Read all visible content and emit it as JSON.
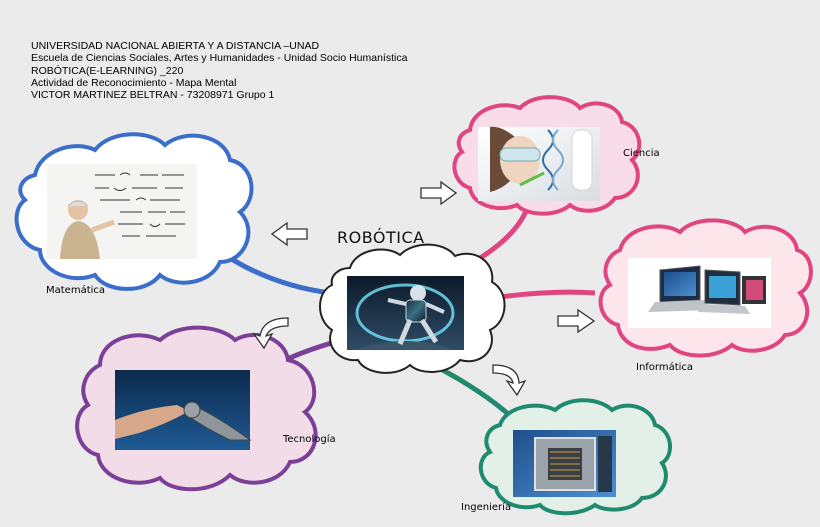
{
  "header": {
    "lines": [
      "UNIVERSIDAD NACIONAL ABIERTA Y A DISTANCIA –UNAD",
      "Escuela de Ciencias Sociales, Artes y Humanidades - Unidad Socio Humanística",
      "ROBÓTICA(E-LEARNING) _220",
      "Actividad de Reconocimiento - Mapa Mental",
      "VICTOR MARTINEZ BELTRAN - 73208971 Grupo 1"
    ]
  },
  "center": {
    "title": "ROBÓTICA",
    "image": "robot-image"
  },
  "branches": [
    {
      "label": "Ciencia",
      "color": "#e0457f",
      "image": "scientist-dna-image"
    },
    {
      "label": "Matemática",
      "color": "#3a6ec8",
      "image": "math-professor-image"
    },
    {
      "label": "Informática",
      "color": "#e0457f",
      "image": "laptops-image"
    },
    {
      "label": "Tecnología",
      "color": "#7b3f98",
      "image": "robot-handshake-image"
    },
    {
      "label": "Ingeniería",
      "color": "#1f8a6e",
      "image": "cpu-socket-image"
    }
  ]
}
